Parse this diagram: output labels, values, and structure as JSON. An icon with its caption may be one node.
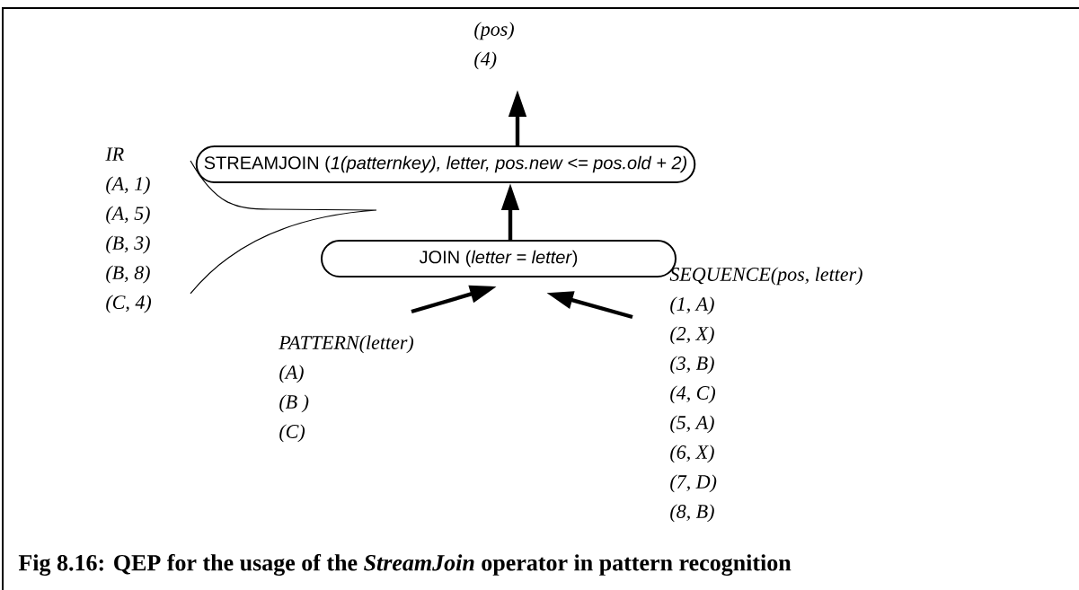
{
  "diagram": {
    "caption": "Fig 8.16: QEP for the usage of the *StreamJoin* operator in pattern recognition",
    "nodes": [
      {
        "text": [
          "STREAMJOIN (*1(patternkey), letter, pos.new <= pos.old + 2)*"
        ]
      },
      {
        "text": [
          "JOIN (*letter = letter*)"
        ]
      },
      {
        "text": [
          "PATTERN(letter)",
          "(A)",
          "(B )",
          "(C)"
        ]
      },
      {
        "text": [
          "SEQUENCE(pos, letter)",
          "(1, A)",
          "(2, X)",
          "(3, B)",
          "(4, C)",
          "(5, A)",
          "(6, X)",
          "(7, D)",
          "(8, B)"
        ]
      },
      {
        "text": [
          "(pos)",
          "(4)"
        ]
      },
      {
        "text": [
          "IR",
          "(A, 1)",
          "(A, 5)",
          "(B, 3)",
          "(B, 8)",
          "(C, 4)"
        ]
      }
    ],
    "edges": [
      {
        "from": 2,
        "to": 1,
        "arrow": "to"
      },
      {
        "from": 3,
        "to": 1,
        "arrow": "to"
      },
      {
        "from": 1,
        "to": 0,
        "arrow": "to"
      },
      {
        "from": 0,
        "to": 4,
        "arrow": "to"
      }
    ]
  }
}
